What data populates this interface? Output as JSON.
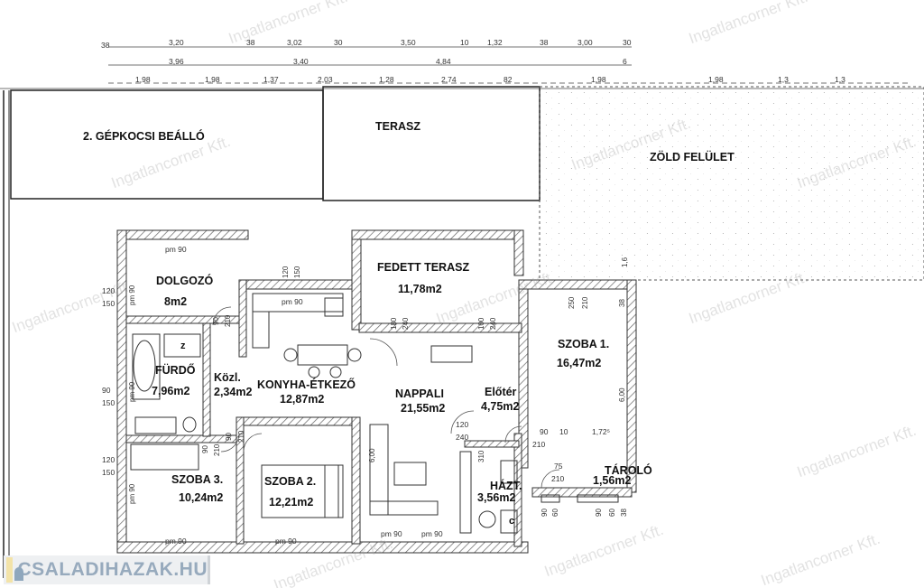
{
  "rooms": {
    "parking": {
      "name": "2. GÉPKOCSI BEÁLLÓ"
    },
    "terrace": {
      "name": "TERASZ"
    },
    "green": {
      "name": "ZÖLD FELÜLET"
    },
    "covered_terrace": {
      "name": "FEDETT TERASZ",
      "area": "11,78m2"
    },
    "study": {
      "name": "DOLGOZÓ",
      "area": "8m2"
    },
    "bathroom": {
      "name": "FÜRDŐ",
      "area": "7,96m2"
    },
    "corridor": {
      "name": "Közl.",
      "area": "2,34m2"
    },
    "kitchen": {
      "name": "KONYHA-ÉTKEZŐ",
      "area": "12,87m2"
    },
    "living": {
      "name": "NAPPALI",
      "area": "21,55m2"
    },
    "hall": {
      "name": "Előtér",
      "area": "4,75m2"
    },
    "room1": {
      "name": "SZOBA 1.",
      "area": "16,47m2"
    },
    "storage": {
      "name": "TÁROLÓ",
      "area": "1,56m2"
    },
    "room3": {
      "name": "SZOBA 3.",
      "area": "10,24m2"
    },
    "room2": {
      "name": "SZOBA 2.",
      "area": "12,21m2"
    },
    "utility": {
      "name": "HÁZT.",
      "area": "3,56m2"
    },
    "wc_mark": "z",
    "boiler_mark": "c"
  },
  "dimensions": {
    "row1": [
      "38",
      "3,20",
      "38",
      "3,02",
      "30",
      "3,50",
      "10",
      "1,32",
      "38",
      "3,00",
      "30"
    ],
    "row2": [
      "3,96",
      "3,40",
      "4,84",
      "6"
    ],
    "row3": [
      "1,98",
      "1,98",
      "1,37",
      "2,03",
      "1,28",
      "2,74",
      "82",
      "1,98",
      "1,98",
      "1,3",
      "1,3"
    ],
    "openings": [
      "pm 90",
      "120",
      "150",
      "90",
      "210",
      "pm 90",
      "180",
      "240",
      "100",
      "240",
      "250",
      "210",
      "38",
      "6,00",
      "90",
      "210",
      "10",
      "1,72⁵",
      "120",
      "240",
      "75",
      "210",
      "90",
      "210",
      "90",
      "210",
      "6,00",
      "310",
      "pm 90",
      "pm 90",
      "pm 90",
      "pm 90",
      "1,6",
      "120",
      "150",
      "120",
      "150",
      "90",
      "150",
      "pm 90",
      "pm 90",
      "pm 90",
      "90",
      "60",
      "90",
      "60",
      "38"
    ]
  },
  "watermark": "Ingatlancorner Kft.",
  "logo": {
    "text": "CSALADIHAZAK.HU"
  }
}
